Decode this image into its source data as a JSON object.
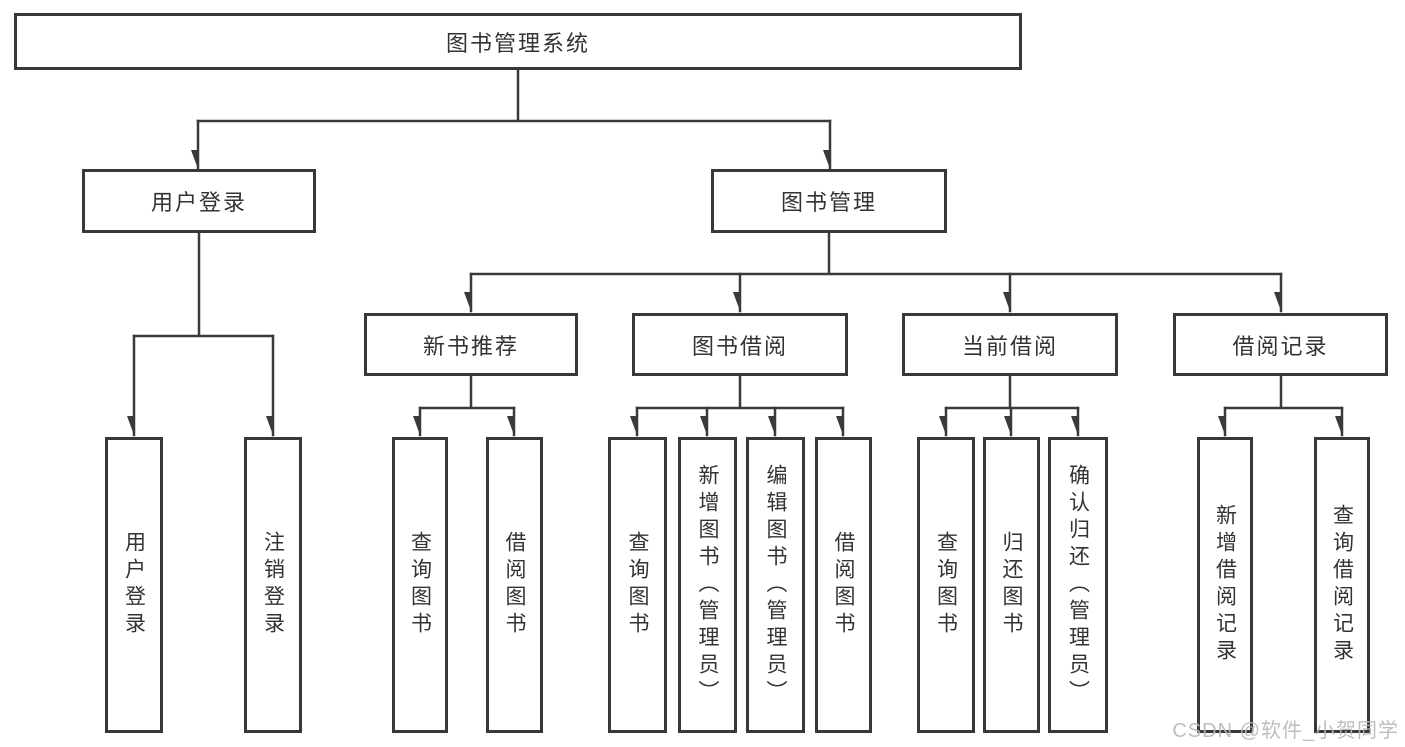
{
  "tree": {
    "label": "图书管理系统",
    "children": [
      {
        "label": "用户登录",
        "children": [
          {
            "label": "用户登录"
          },
          {
            "label": "注销登录"
          }
        ]
      },
      {
        "label": "图书管理",
        "children": [
          {
            "label": "新书推荐",
            "children": [
              {
                "label": "查询图书"
              },
              {
                "label": "借阅图书"
              }
            ]
          },
          {
            "label": "图书借阅",
            "children": [
              {
                "label": "查询图书"
              },
              {
                "label": "新增图书（管理员）"
              },
              {
                "label": "编辑图书（管理员）"
              },
              {
                "label": "借阅图书"
              }
            ]
          },
          {
            "label": "当前借阅",
            "children": [
              {
                "label": "查询图书"
              },
              {
                "label": "归还图书"
              },
              {
                "label": "确认归还（管理员）"
              }
            ]
          },
          {
            "label": "借阅记录",
            "children": [
              {
                "label": "新增借阅记录"
              },
              {
                "label": "查询借阅记录"
              }
            ]
          }
        ]
      }
    ]
  },
  "watermark": "CSDN @软件_小贺同学",
  "colors": {
    "line": "#3a3a3a",
    "box_border": "#383838",
    "text": "#333333",
    "watermark": "#b9b9b9",
    "background": "#ffffff"
  }
}
